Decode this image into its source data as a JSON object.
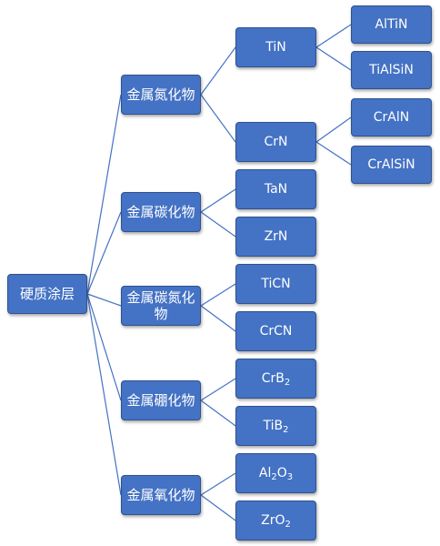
{
  "colors": {
    "box_fill": "#4472c4",
    "box_border": "#2f528f",
    "connector": "#4472c4",
    "text": "#ffffff"
  },
  "root": {
    "label": "硬质涂层"
  },
  "categories": [
    {
      "label": "金属氮化物",
      "children": [
        {
          "label": "TiN",
          "children": [
            {
              "label": "AlTiN"
            },
            {
              "label": "TiAlSiN"
            }
          ]
        },
        {
          "label": "CrN",
          "children": [
            {
              "label": "CrAlN"
            },
            {
              "label": "CrAlSiN"
            }
          ]
        }
      ]
    },
    {
      "label": "金属碳化物",
      "children": [
        {
          "label": "TaN"
        },
        {
          "label": "ZrN"
        }
      ]
    },
    {
      "label": "金属碳氮化\n物",
      "children": [
        {
          "label": "TiCN"
        },
        {
          "label": "CrCN"
        }
      ]
    },
    {
      "label": "金属硼化物",
      "children": [
        {
          "label": "CrB",
          "sub": "2"
        },
        {
          "label": "TiB",
          "sub": "2"
        }
      ]
    },
    {
      "label": "金属氧化物",
      "children": [
        {
          "label": "Al",
          "sub": "2",
          "label2": "O",
          "sub2": "3"
        },
        {
          "label": "ZrO",
          "sub": "2"
        }
      ]
    }
  ]
}
